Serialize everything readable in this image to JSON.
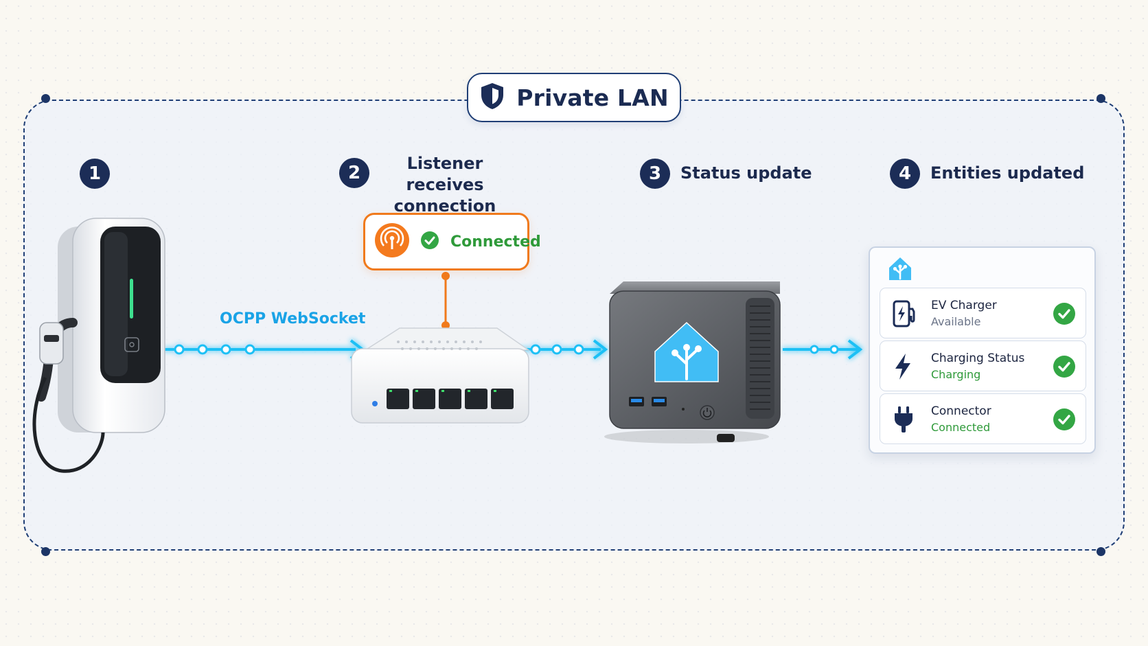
{
  "title": "Private LAN",
  "steps": [
    {
      "number": "1",
      "label": ""
    },
    {
      "number": "2",
      "label_line1": "Listener receives",
      "label_line2": "connection"
    },
    {
      "number": "3",
      "label": "Status update"
    },
    {
      "number": "4",
      "label": "Entities updated"
    }
  ],
  "protocol_label": "OCPP WebSocket",
  "listener": {
    "status": "Connected",
    "icon": "antenna-icon",
    "check_icon": "check-circle-icon"
  },
  "entities": [
    {
      "name": "EV Charger",
      "state": "Available",
      "state_color": "#6b7488",
      "icon": "ev-charger-icon"
    },
    {
      "name": "Charging Status",
      "state": "Charging",
      "state_color": "#2f9a3a",
      "icon": "lightning-icon"
    },
    {
      "name": "Connector",
      "state": "Connected",
      "state_color": "#2f9a3a",
      "icon": "plug-icon"
    }
  ],
  "colors": {
    "navy": "#1c2d57",
    "flow": "#1fc0f5",
    "accent_orange": "#f07a1c",
    "success": "#2f9a3a",
    "ha_blue": "#41bdf5"
  }
}
